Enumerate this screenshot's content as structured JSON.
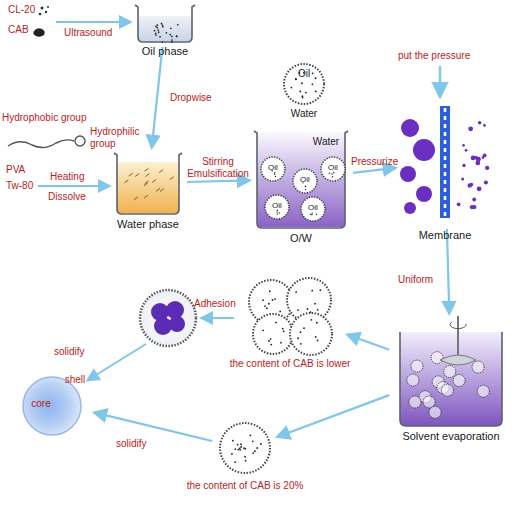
{
  "diagram": {
    "nodes": [
      {
        "text": [
          "Oil phase"
        ]
      },
      {
        "text": [
          "Water phase"
        ]
      },
      {
        "text": [
          "Oil",
          "Water"
        ]
      },
      {
        "text": [
          "Water",
          "O/W"
        ]
      },
      {
        "text": [
          "Oil"
        ],
        "in": 3
      },
      {
        "text": [
          "Oil"
        ],
        "in": 3
      },
      {
        "text": [
          "Oil"
        ],
        "in": 3
      },
      {
        "text": [
          "Oil"
        ],
        "in": 3
      },
      {
        "text": [
          "Oil"
        ],
        "in": 3
      },
      {
        "text": [
          "Membrane"
        ]
      },
      {
        "text": [
          "Solvent evaporation"
        ]
      },
      {
        "text": [
          "the content of CAB is lower"
        ]
      },
      {
        "text": [
          "core",
          "shell"
        ]
      },
      {
        "text": [
          "the content of CAB is 20%"
        ]
      }
    ],
    "edges": [
      {
        "from": 0,
        "to": 1,
        "arrow": "to",
        "label": "Dropwise"
      },
      {
        "from": 1,
        "to": 3,
        "arrow": "to",
        "label": "Stirring Emulsification"
      },
      {
        "from": 3,
        "to": 9,
        "arrow": "to",
        "label": "Pressurize"
      },
      {
        "from": 9,
        "to": 10,
        "arrow": "to",
        "label": "Uniform"
      },
      {
        "from": 10,
        "to": 11,
        "arrow": "to"
      },
      {
        "from": 10,
        "to": 13,
        "arrow": "to"
      },
      {
        "from": 13,
        "to": 12,
        "arrow": "to",
        "label": "solidify"
      }
    ],
    "labels": [
      "CL-20",
      "CAB",
      "Ultrasound",
      "Hydrophobic group",
      "Hydrophilic group",
      "PVA",
      "Tw-80",
      "Heating",
      "Dissolve",
      "put the pressure",
      "Adhesion",
      "solidify"
    ]
  }
}
